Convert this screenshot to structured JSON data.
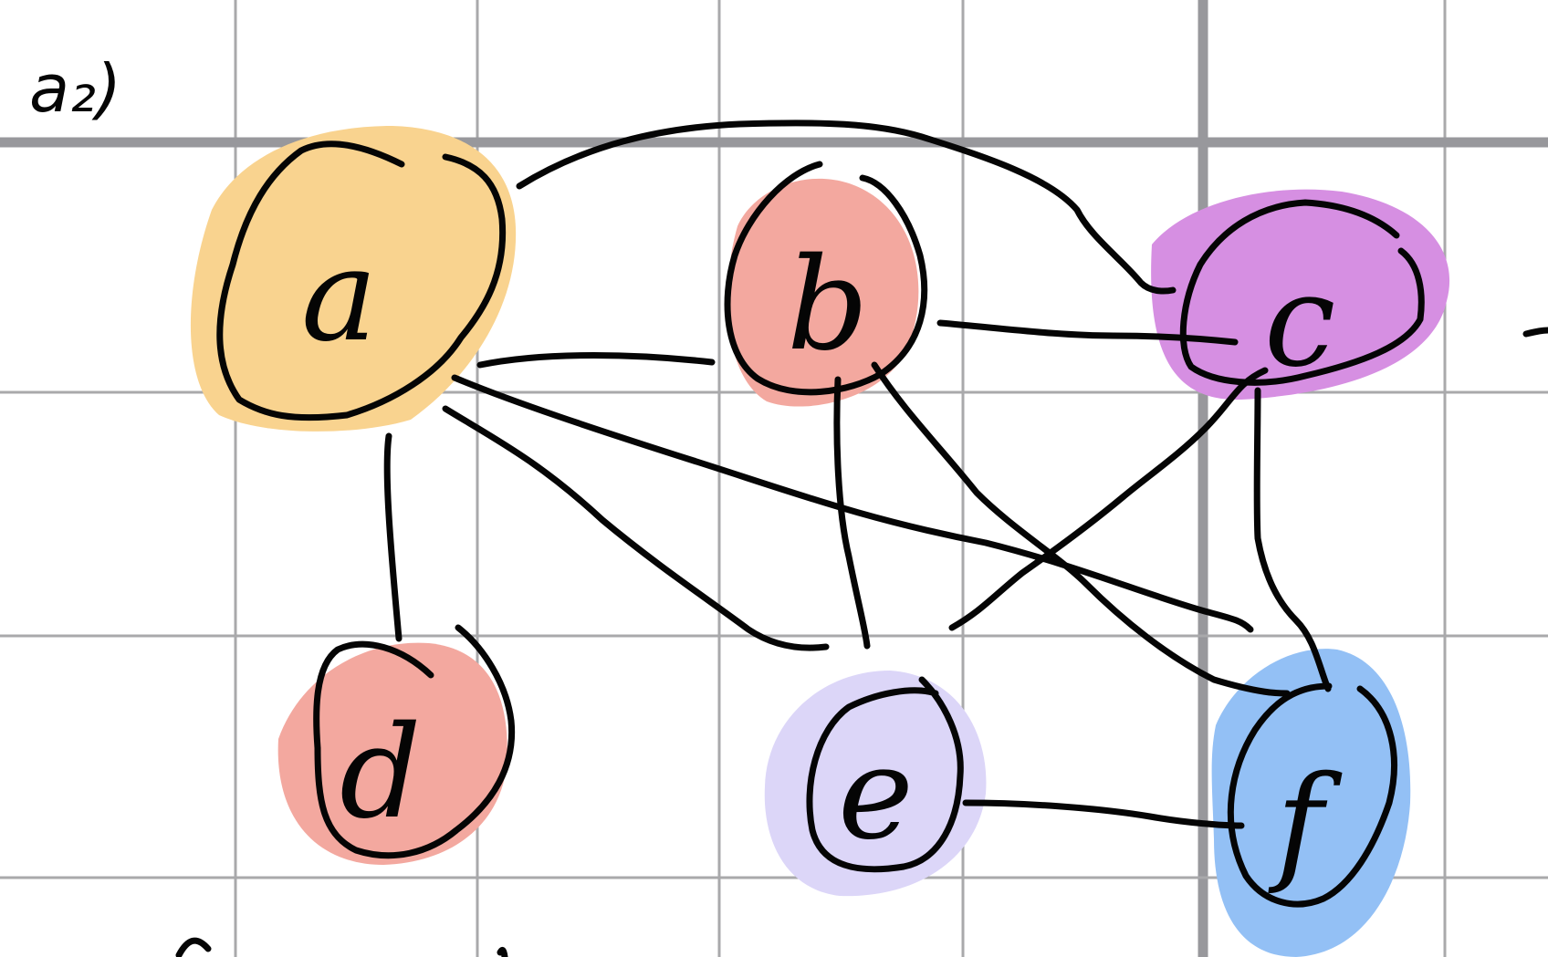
{
  "problem_label": "a₂)",
  "graph": {
    "nodes": [
      {
        "id": "a",
        "label": "a",
        "color": "#f9d38f"
      },
      {
        "id": "b",
        "label": "b",
        "color": "#f3a89f"
      },
      {
        "id": "c",
        "label": "c",
        "color": "#d68fe2"
      },
      {
        "id": "d",
        "label": "d",
        "color": "#f3a89f"
      },
      {
        "id": "e",
        "label": "e",
        "color": "#dcd6f8"
      },
      {
        "id": "f",
        "label": "f",
        "color": "#93c0f5"
      }
    ],
    "edges": [
      [
        "a",
        "b"
      ],
      [
        "a",
        "c"
      ],
      [
        "a",
        "d"
      ],
      [
        "a",
        "e"
      ],
      [
        "a",
        "f"
      ],
      [
        "b",
        "c"
      ],
      [
        "b",
        "e"
      ],
      [
        "b",
        "f"
      ],
      [
        "c",
        "e"
      ],
      [
        "c",
        "f"
      ],
      [
        "e",
        "f"
      ]
    ]
  },
  "colors": {
    "background": "#ffffff",
    "ink": "#050505",
    "grid": "#a9a9ab",
    "grid_bold": "#98989c"
  }
}
